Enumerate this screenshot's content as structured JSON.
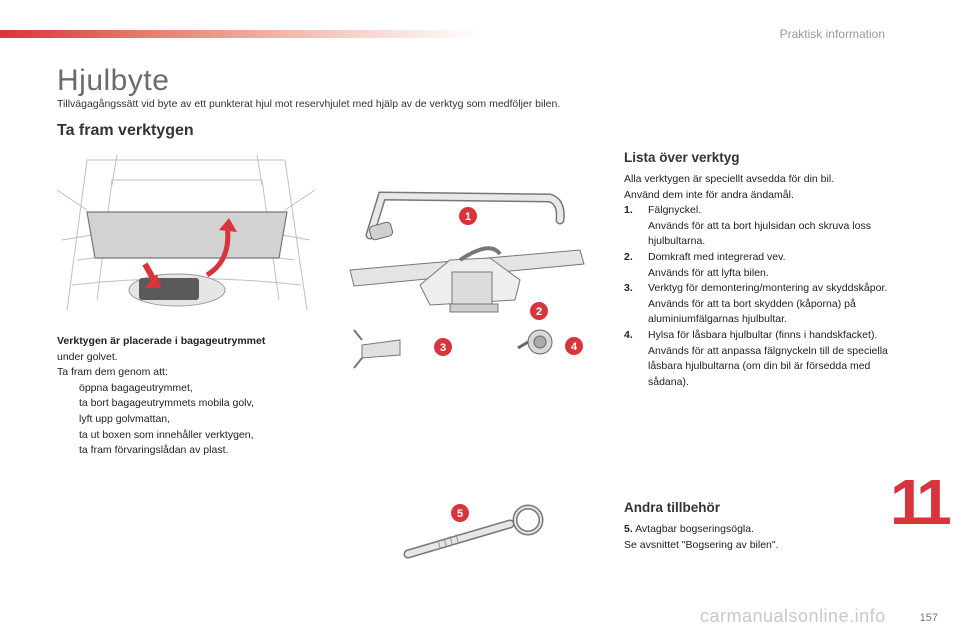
{
  "header": {
    "section": "Praktisk information"
  },
  "page": {
    "title": "Hjulbyte",
    "subtitle": "Tillvägagångssätt vid byte av ett punkterat hjul mot reservhjulet med hjälp av de verktyg som medföljer bilen.",
    "chapter_number": "11",
    "page_number": "157",
    "watermark": "carmanualsonline.info"
  },
  "left": {
    "heading": "Ta fram verktygen",
    "intro_bold": "Verktygen är placerade i bagageutrymmet",
    "intro_rest": "under golvet.",
    "steps_intro": "Ta fram dem genom att:",
    "bullet": "",
    "steps": [
      "öppna bagageutrymmet,",
      "ta bort bagageutrymmets mobila golv,",
      "lyft upp golvmattan,",
      "ta ut boxen som innehåller verktygen,",
      "ta fram förvaringslådan av plast."
    ]
  },
  "right": {
    "tools_heading": "Lista över verktyg",
    "tools_intro_1": "Alla verktygen är speciellt avsedda för din bil.",
    "tools_intro_2": "Använd dem inte för andra ändamål.",
    "tools": [
      {
        "num": "1.",
        "name": "Fälgnyckel.",
        "desc": "Används för att ta bort hjulsidan och skruva loss hjulbultarna."
      },
      {
        "num": "2.",
        "name": "Domkraft med integrerad vev.",
        "desc": "Används för att lyfta bilen."
      },
      {
        "num": "3.",
        "name": "Verktyg för demontering/montering av skyddskåpor.",
        "desc": "Används för att ta bort skydden (kåporna) på aluminiumfälgarnas hjulbultar."
      },
      {
        "num": "4.",
        "name": "Hylsa för låsbara hjulbultar (finns i handskfacket).",
        "desc": "Används för att anpassa fälgnyckeln till de speciella låsbara hjulbultarna (om din bil är försedda med sådana)."
      }
    ],
    "accessories_heading": "Andra tillbehör",
    "accessory_num": "5.",
    "accessory_name": "Avtagbar bogseringsögla.",
    "accessory_note": "Se avsnittet \"Bogsering av bilen\"."
  },
  "callouts": [
    "1",
    "2",
    "3",
    "4",
    "5"
  ],
  "colors": {
    "accent": "#d8343c",
    "heading": "#333333",
    "title": "#6b6b6b"
  }
}
